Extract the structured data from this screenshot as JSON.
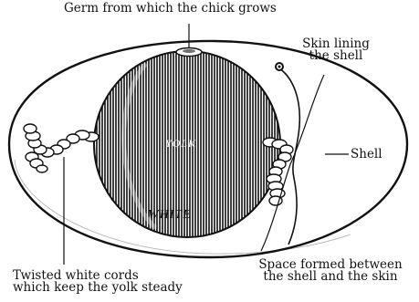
{
  "labels": {
    "germ": "Germ from which the chick grows",
    "skin_lining_line1": "Skin lining",
    "skin_lining_line2": "the shell",
    "shell": "Shell",
    "twisted_cords_line1": "Twisted white cords",
    "twisted_cords_line2": "which keep the yolk steady",
    "space_line1": "Space formed between",
    "space_line2": "the shell and the skin",
    "yolk": "YOLK",
    "white": "WHITE"
  },
  "colors": {
    "ink": "#111111",
    "background": "#ffffff"
  }
}
